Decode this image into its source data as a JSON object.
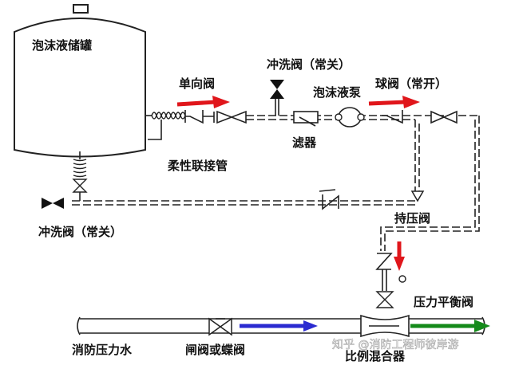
{
  "labels": {
    "tank": "泡沫液储罐",
    "check_valve_top": "单向阀",
    "flush_valve_top": "冲洗阀（常关）",
    "foam_pump": "泡沫液泵",
    "ball_valve": "球阀（常开）",
    "filter": "滤器",
    "flex_pipe": "柔性联接管",
    "flush_valve_left": "冲洗阀（常关）",
    "pressure_hold_valve": "持压阀",
    "pressure_balance_valve": "压力平衡阀",
    "fire_water": "消防压力水",
    "gate_valve": "闸阀或蝶阀",
    "proportioner": "比例混合器"
  },
  "watermark": "知乎 @消防工程师彼岸游",
  "colors": {
    "red_arrow": "#e0161b",
    "blue_arrow": "#2a2ad0",
    "green_arrow": "#148a1a",
    "line": "#222222"
  }
}
